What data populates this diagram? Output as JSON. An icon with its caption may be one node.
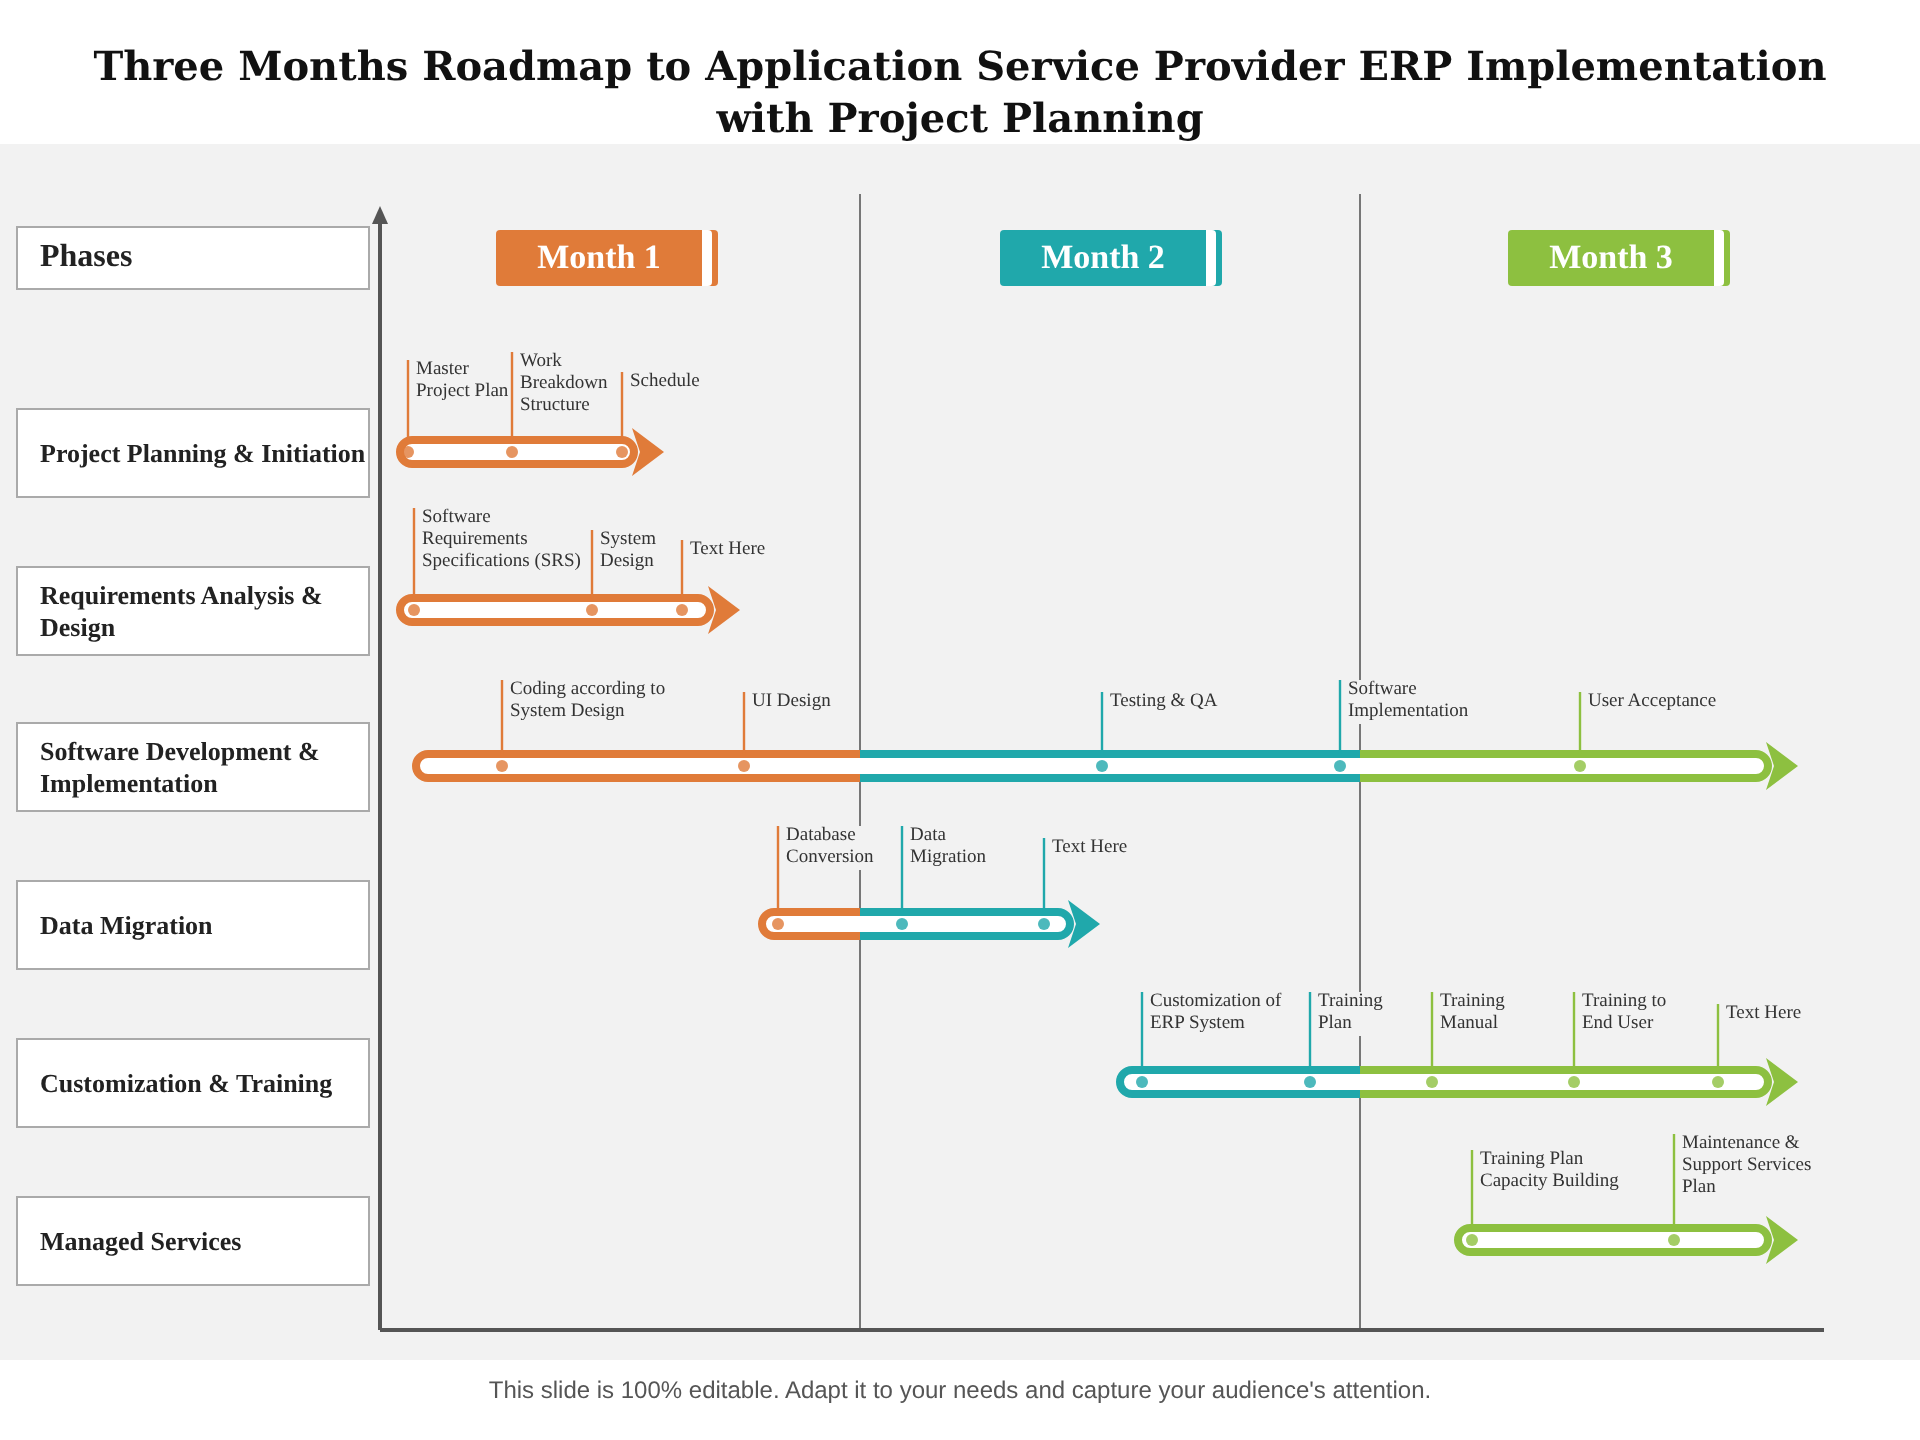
{
  "diagram": {
    "title": "Three Months Roadmap to Application Service Provider  ERP Implementation with Project Planning",
    "caption": "This slide is 100% editable. Adapt it to your needs and capture your audience's attention.",
    "nodes": [
      {
        "text": [
          "Phases"
        ]
      },
      {
        "text": [
          "Project Planning & Initiation"
        ]
      },
      {
        "text": [
          "Requirements Analysis & Design"
        ]
      },
      {
        "text": [
          "Software Development & Implementation"
        ]
      },
      {
        "text": [
          "Data Migration"
        ]
      },
      {
        "text": [
          "Customization & Training"
        ]
      },
      {
        "text": [
          "Managed Services"
        ]
      },
      {
        "text": [
          "Month 1"
        ]
      },
      {
        "text": [
          "Month 2"
        ]
      },
      {
        "text": [
          "Month 3"
        ]
      },
      {
        "text": [],
        "shape": "bar"
      },
      {
        "text": [
          "Master Project Plan"
        ]
      },
      {
        "text": [
          "Work Breakdown Structure"
        ]
      },
      {
        "text": [
          "Schedule"
        ]
      },
      {
        "text": [],
        "shape": "bar"
      },
      {
        "text": [
          "Software Requirements Specifications (SRS)"
        ]
      },
      {
        "text": [
          "System Design"
        ]
      },
      {
        "text": [
          "Text Here"
        ]
      },
      {
        "text": [],
        "shape": "bar"
      },
      {
        "text": [
          "Coding according to System Design"
        ]
      },
      {
        "text": [
          "UI Design"
        ]
      },
      {
        "text": [
          "Testing & QA"
        ]
      },
      {
        "text": [
          "Software Implementation"
        ]
      },
      {
        "text": [
          "User Acceptance"
        ]
      },
      {
        "text": [],
        "shape": "bar"
      },
      {
        "text": [
          "Database Conversion"
        ]
      },
      {
        "text": [
          "Data Migration"
        ]
      },
      {
        "text": [
          "Text Here"
        ]
      },
      {
        "text": [],
        "shape": "bar"
      },
      {
        "text": [
          "Customization of ERP System"
        ]
      },
      {
        "text": [
          "Training Plan"
        ]
      },
      {
        "text": [
          "Training Manual"
        ]
      },
      {
        "text": [
          "Training to End User"
        ]
      },
      {
        "text": [
          "Text Here"
        ]
      },
      {
        "text": [],
        "shape": "bar"
      },
      {
        "text": [
          "Training Plan Capacity Building"
        ]
      },
      {
        "text": [
          "Maintenance & Support Services Plan"
        ]
      }
    ],
    "edges": [
      {
        "from": 11,
        "to": 10,
        "arrow": "none"
      },
      {
        "from": 12,
        "to": 10,
        "arrow": "none"
      },
      {
        "from": 13,
        "to": 10,
        "arrow": "none"
      },
      {
        "from": 15,
        "to": 14,
        "arrow": "none"
      },
      {
        "from": 16,
        "to": 14,
        "arrow": "none"
      },
      {
        "from": 17,
        "to": 14,
        "arrow": "none"
      },
      {
        "from": 19,
        "to": 18,
        "arrow": "none"
      },
      {
        "from": 20,
        "to": 18,
        "arrow": "none"
      },
      {
        "from": 21,
        "to": 18,
        "arrow": "none",
        "color": "#20a8ab"
      },
      {
        "from": 22,
        "to": 18,
        "arrow": "none",
        "color": "#20a8ab"
      },
      {
        "from": 23,
        "to": 18,
        "arrow": "none",
        "color": "#8dc040"
      },
      {
        "from": 25,
        "to": 24,
        "arrow": "none"
      },
      {
        "from": 26,
        "to": 24,
        "arrow": "none",
        "color": "#20a8ab"
      },
      {
        "from": 27,
        "to": 24,
        "arrow": "none",
        "color": "#20a8ab"
      },
      {
        "from": 29,
        "to": 28,
        "arrow": "none",
        "color": "#20a8ab"
      },
      {
        "from": 30,
        "to": 28,
        "arrow": "none",
        "color": "#20a8ab"
      },
      {
        "from": 31,
        "to": 28,
        "arrow": "none",
        "color": "#8dc040"
      },
      {
        "from": 32,
        "to": 28,
        "arrow": "none",
        "color": "#8dc040"
      },
      {
        "from": 33,
        "to": 28,
        "arrow": "none",
        "color": "#8dc040"
      },
      {
        "from": 35,
        "to": 34,
        "arrow": "none",
        "color": "#8dc040"
      },
      {
        "from": 36,
        "to": 34,
        "arrow": "none",
        "color": "#8dc040"
      }
    ]
  }
}
